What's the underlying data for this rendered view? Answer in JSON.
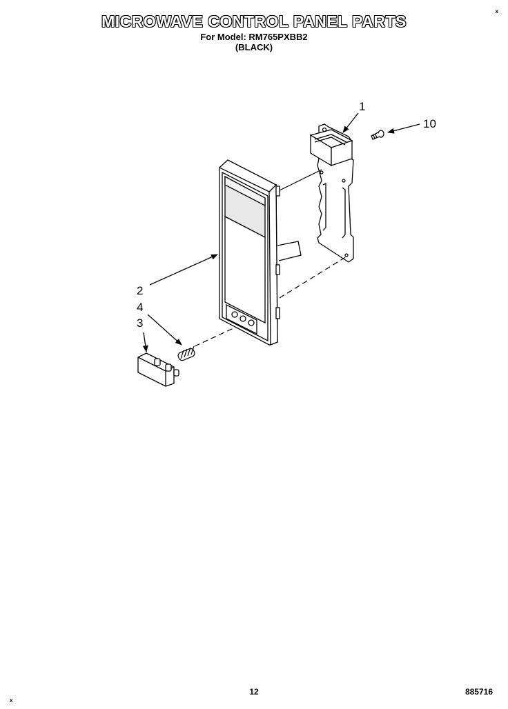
{
  "header": {
    "title": "MICROWAVE CONTROL PANEL PARTS",
    "model_line": "For Model: RM765PXBB2",
    "color_line": "(BLACK)"
  },
  "callouts": {
    "c1": "1",
    "c10": "10",
    "c2": "2",
    "c4": "4",
    "c3": "3"
  },
  "footer": {
    "page_number": "12",
    "doc_number": "885716",
    "mark_top_right": "x",
    "mark_bottom_left": "x"
  }
}
